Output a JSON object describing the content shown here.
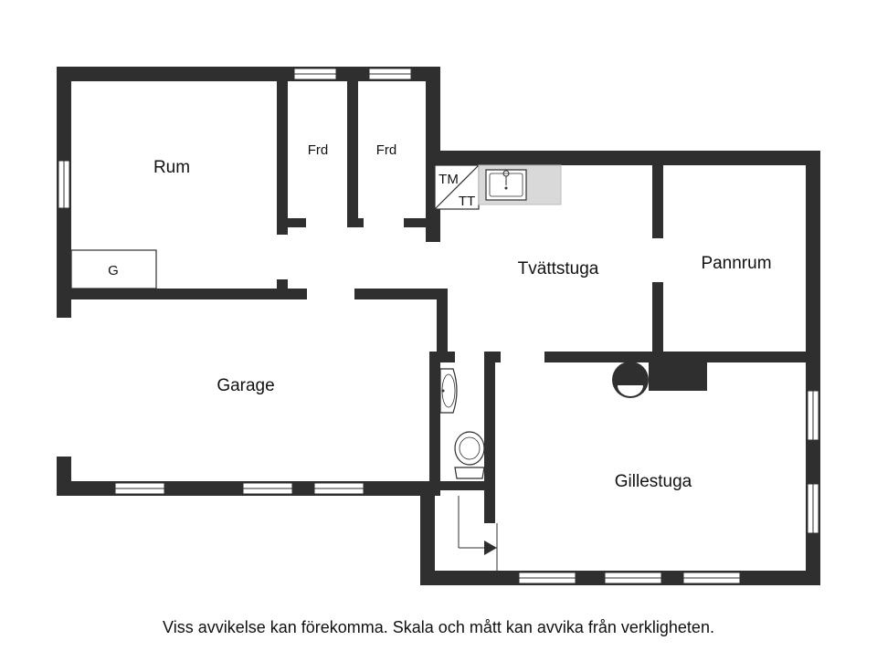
{
  "rooms": {
    "rum": "Rum",
    "frd1": "Frd",
    "frd2": "Frd",
    "g": "G",
    "tm": "TM",
    "tt": "TT",
    "tvattstuga": "Tvättstuga",
    "pannrum": "Pannrum",
    "garage": "Garage",
    "gillestuga": "Gillestuga"
  },
  "disclaimer": "Viss avvikelse kan förekomma. Skala och mått kan avvika från verkligheten.",
  "colors": {
    "wall": "#2f2f2f",
    "counter": "#d9d9d9",
    "background": "#ffffff"
  },
  "icons": [
    "sink-icon",
    "toilet-icon",
    "fireplace-icon",
    "door-swing-icon"
  ]
}
